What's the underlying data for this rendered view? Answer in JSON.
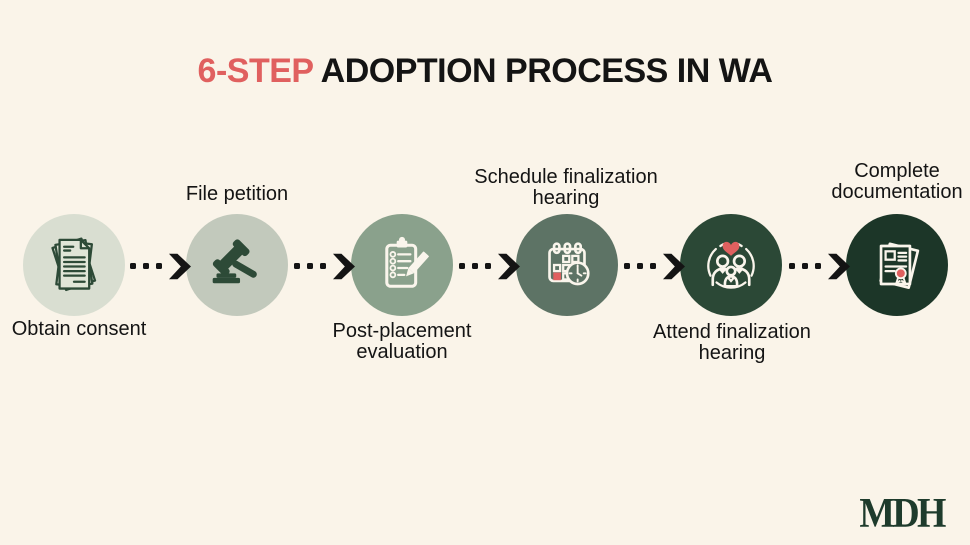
{
  "background_color": "#faf4e9",
  "title": {
    "highlight": "6-STEP",
    "rest": "ADOPTION PROCESS IN WA",
    "highlight_color": "#e0605f",
    "text_color": "#141414"
  },
  "steps": [
    {
      "index": 1,
      "label": "Obtain consent",
      "label_position": "below",
      "icon": "paper-stack-icon",
      "circle_color": "#d9ded1"
    },
    {
      "index": 2,
      "label": "File petition",
      "label_position": "above",
      "icon": "gavel-icon",
      "circle_color": "#c2c9bc"
    },
    {
      "index": 3,
      "label": "Post-placement evaluation",
      "label_position": "below",
      "icon": "clipboard-checklist-icon",
      "circle_color": "#8aa18c"
    },
    {
      "index": 4,
      "label": "Schedule finalization hearing",
      "label_position": "above",
      "icon": "calendar-clock-icon",
      "circle_color": "#5d7365"
    },
    {
      "index": 5,
      "label": "Attend finalization hearing",
      "label_position": "below",
      "icon": "family-heart-icon",
      "circle_color": "#2b4836"
    },
    {
      "index": 6,
      "label": "Complete documentation",
      "label_position": "above",
      "icon": "certificate-icon",
      "circle_color": "#1c3628"
    }
  ],
  "connector": {
    "style": "dotted-arrow",
    "color": "#141414",
    "count": 5
  },
  "accents": {
    "icon_dark_green": "#2d4a37",
    "icon_white": "#faf5ec",
    "accent_red": "#e0605f",
    "paper_fill": "#e0e5d7"
  },
  "footer": {
    "logo_text": "MDH",
    "logo_color": "#1e3b2c"
  }
}
